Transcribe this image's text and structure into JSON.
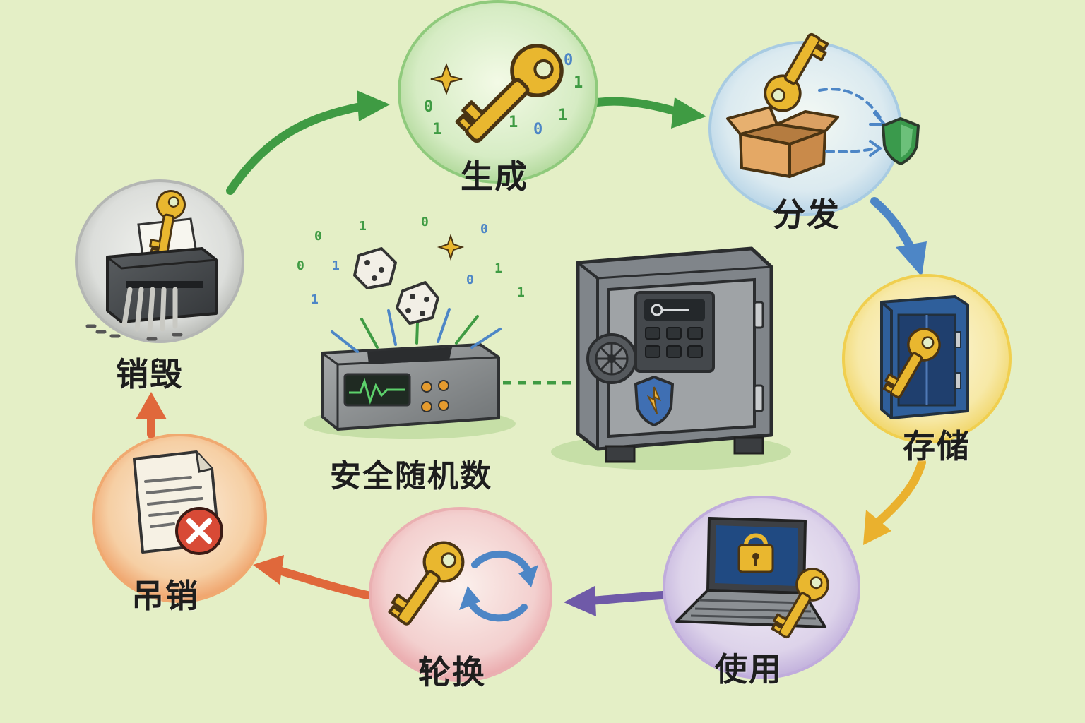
{
  "diagram": {
    "stages": {
      "generate": {
        "label": "生成",
        "icon": "golden-key-icon",
        "ring_color": "#7cbf67"
      },
      "distribute": {
        "label": "分发",
        "icon": "box-with-key-icon",
        "ring_color": "#9cc4de"
      },
      "store": {
        "label": "存储",
        "icon": "vault-with-key-icon",
        "ring_color": "#f1cf4c"
      },
      "use": {
        "label": "使用",
        "icon": "laptop-lock-key-icon",
        "ring_color": "#b9a3d8"
      },
      "rotate": {
        "label": "轮换",
        "icon": "key-rotate-icon",
        "ring_color": "#eba8ac"
      },
      "revoke": {
        "label": "吊销",
        "icon": "revoked-document-icon",
        "ring_color": "#f0a26c"
      },
      "destroy": {
        "label": "销毁",
        "icon": "shredder-key-icon",
        "ring_color": "#b8b8b8"
      }
    },
    "center": {
      "rng_label": "安全随机数",
      "rng_icon": "random-number-generator-icon",
      "safe_icon": "central-safe-icon"
    },
    "binary_glyphs": [
      "0",
      "1"
    ],
    "colors": {
      "green": "#3f9b43",
      "blue": "#4d86c6",
      "yellow": "#eab12e",
      "purple": "#6f5aa8",
      "orange": "#e0683b",
      "key_gold": "#e9b72f",
      "shield_green": "#3a9a4c"
    }
  }
}
